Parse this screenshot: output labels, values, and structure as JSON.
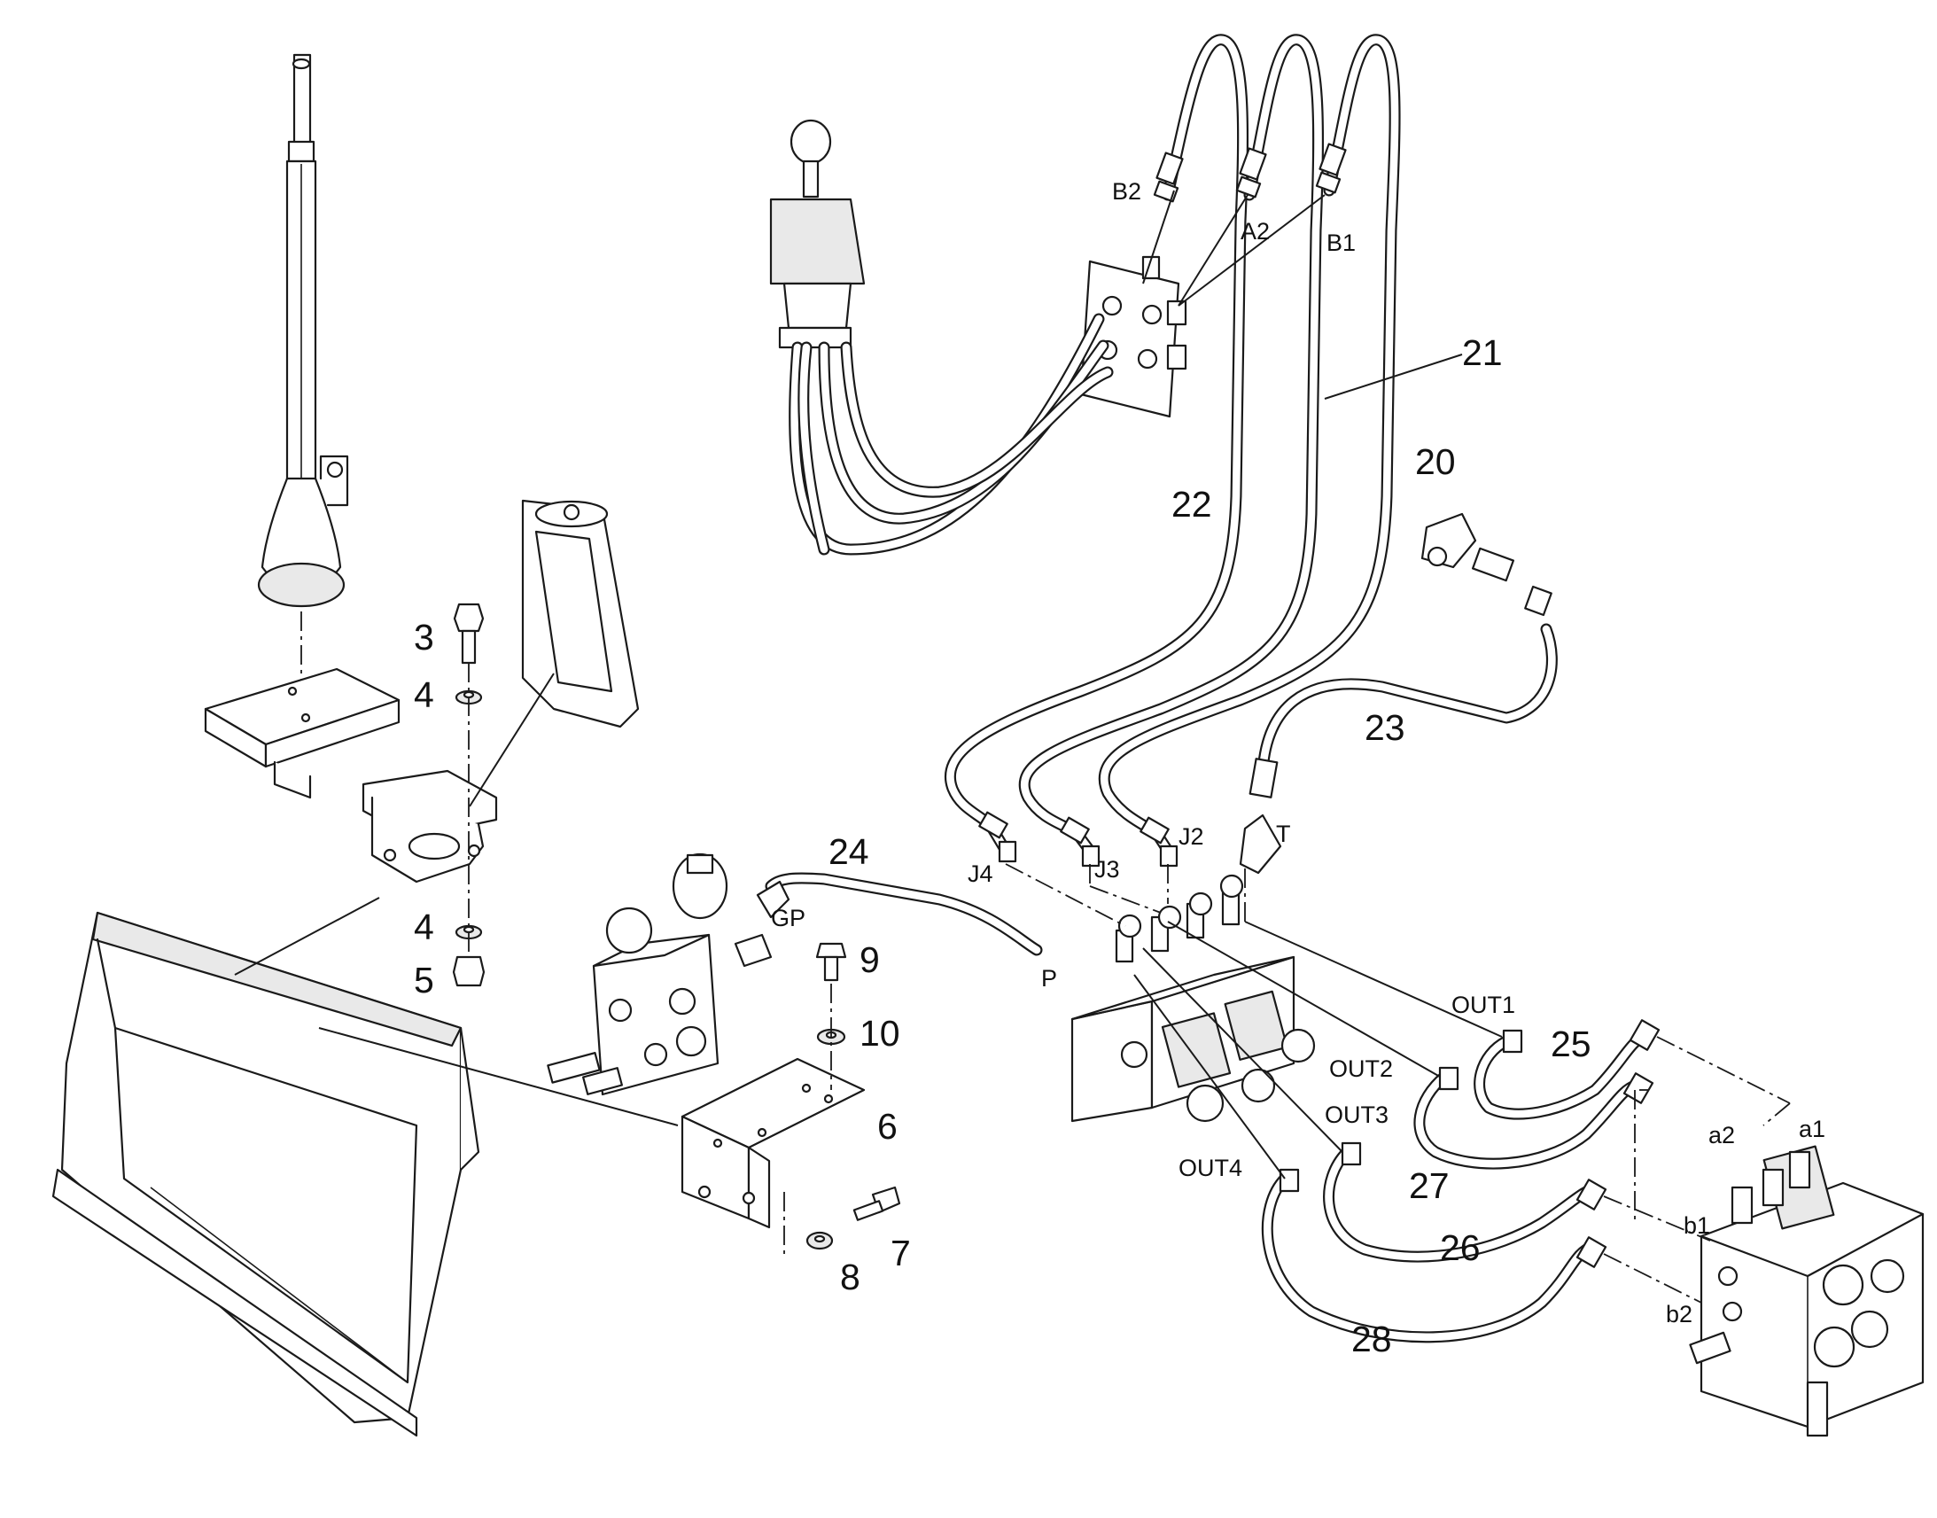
{
  "callouts": {
    "c3": "3",
    "c4a": "4",
    "c4b": "4",
    "c5": "5",
    "c6": "6",
    "c7": "7",
    "c8": "8",
    "c9": "9",
    "c10": "10",
    "c20": "20",
    "c21": "21",
    "c22": "22",
    "c23": "23",
    "c24": "24",
    "c25": "25",
    "c26": "26",
    "c27": "27",
    "c28": "28"
  },
  "ports": {
    "b2": "B2",
    "a2": "A2",
    "b1": "B1",
    "j2": "J2",
    "j3": "J3",
    "j4": "J4",
    "t": "T",
    "gp": "GP",
    "p": "P",
    "out1": "OUT1",
    "out2": "OUT2",
    "out3": "OUT3",
    "out4": "OUT4",
    "a1_low": "a1",
    "a2_low": "a2",
    "b1_low": "b1",
    "b2_low": "b2"
  }
}
